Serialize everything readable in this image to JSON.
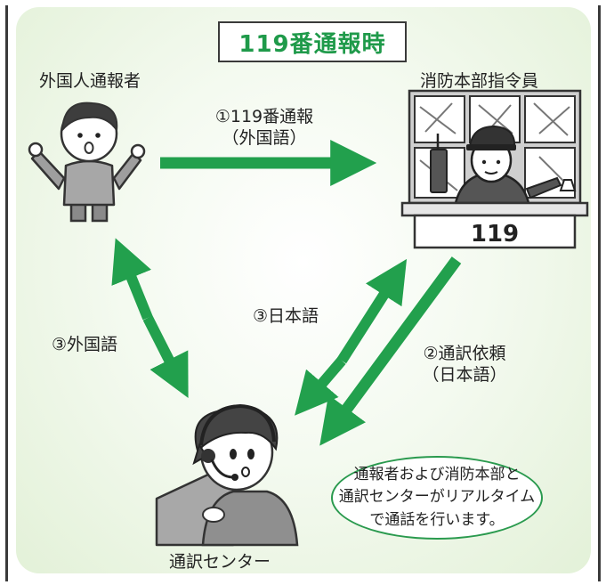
{
  "title": "119番通報時",
  "nodes": {
    "foreigner": "外国人通報者",
    "dispatcher": "消防本部指令員",
    "interpreter": "通訳センター",
    "console_number": "119"
  },
  "arrows": {
    "call": {
      "line1": "①119番通報",
      "line2": "（外国語）"
    },
    "request": {
      "line1": "②通訳依頼",
      "line2": "（日本語）"
    },
    "japanese": "③日本語",
    "foreign": "③外国語"
  },
  "bubble": {
    "lines": [
      "通報者および消防本部と",
      "通訳センターがリアルタイム",
      "で通話を行います。"
    ]
  },
  "colors": {
    "accent": "#22a04d",
    "title": "#1f9a4a",
    "frame": "#3a3a3a"
  }
}
